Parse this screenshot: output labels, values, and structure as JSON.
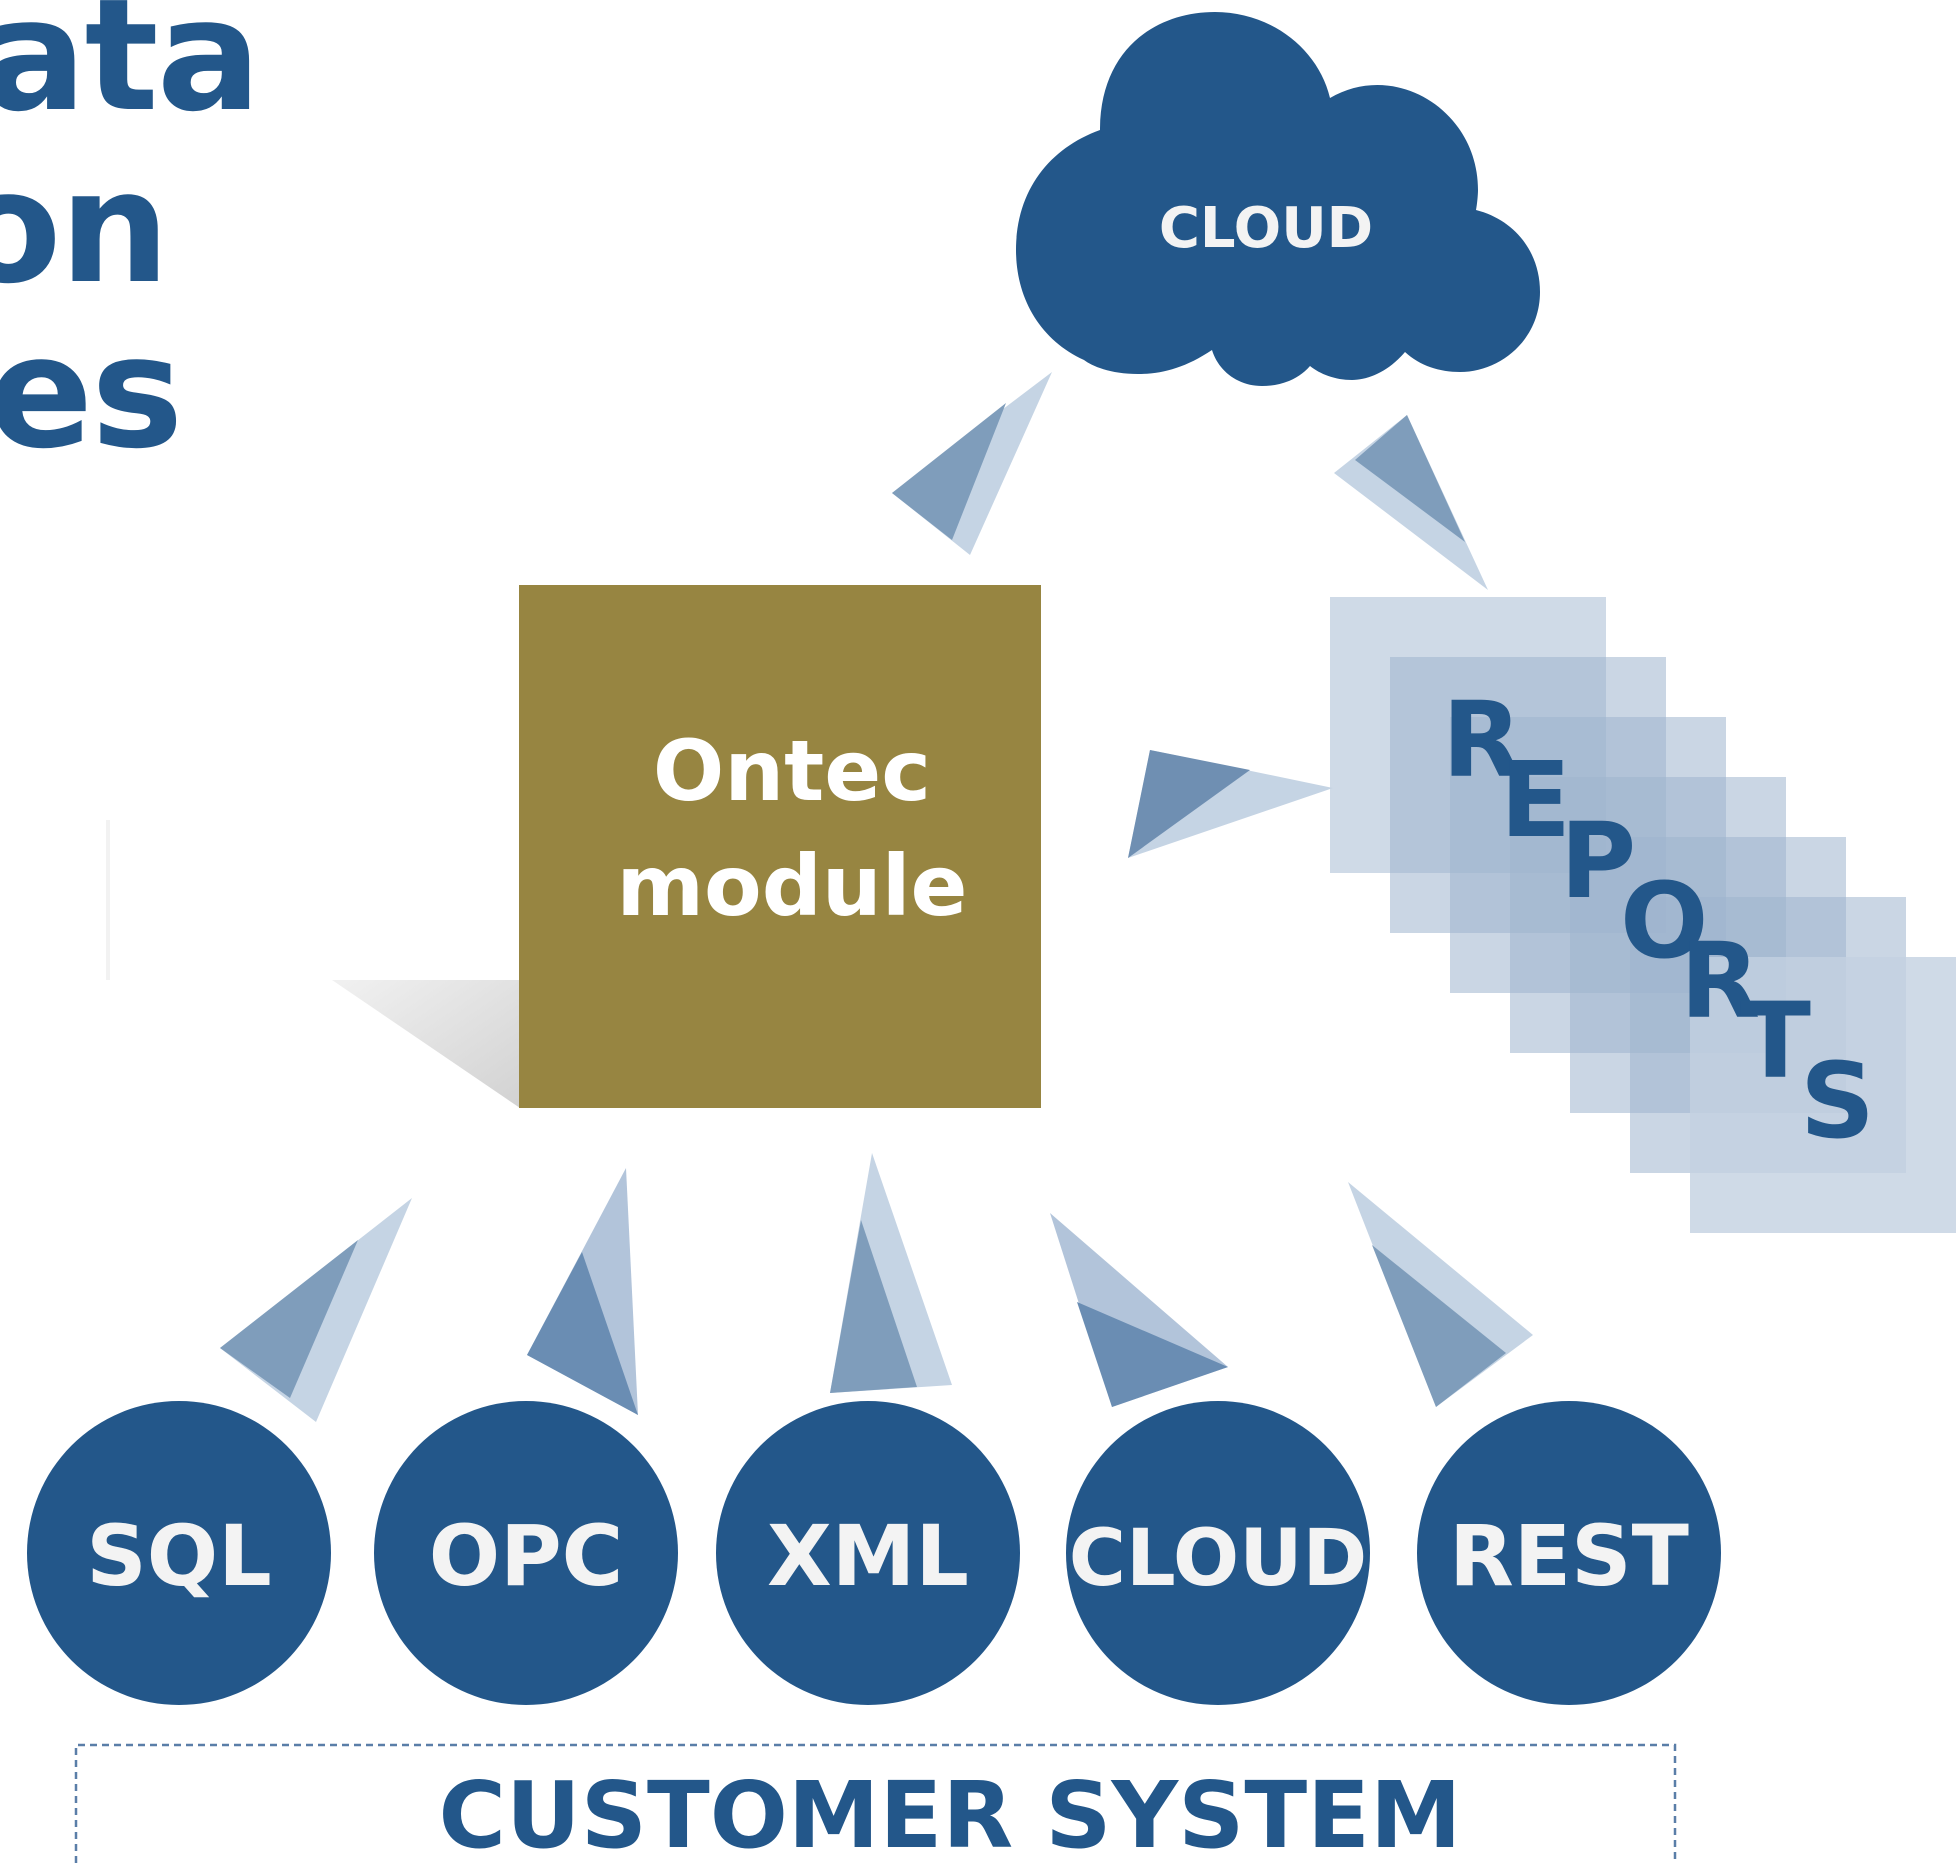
{
  "headline": {
    "line1": "ata",
    "line2": "on",
    "line3": "es"
  },
  "cloud_label": "CLOUD",
  "module_label": {
    "line1": "Ontec",
    "line2": "module"
  },
  "reports_letters": [
    "R",
    "E",
    "P",
    "O",
    "R",
    "T",
    "S"
  ],
  "connectors": [
    {
      "label": "SQL"
    },
    {
      "label": "OPC"
    },
    {
      "label": "XML"
    },
    {
      "label": "CLOUD"
    },
    {
      "label": "REST"
    }
  ],
  "customer_system_label": "CUSTOMER SYSTEM",
  "colors": {
    "primary_blue": "#23578a",
    "module_olive": "#978541",
    "arrow_dark": "#7f9dbb",
    "arrow_light": "#c5d4e4",
    "report_square": "#c3d1e1",
    "label_white": "#f3f3f3"
  }
}
